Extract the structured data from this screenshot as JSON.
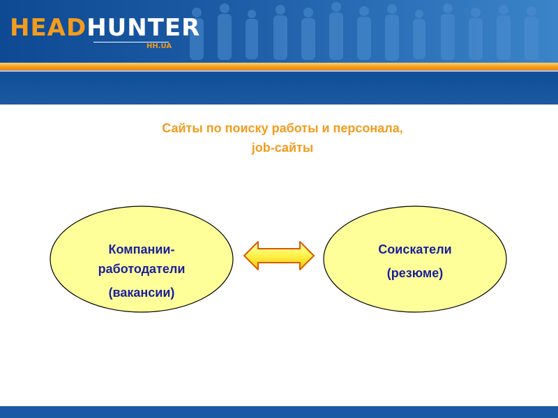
{
  "header": {
    "logo_head": "HEAD",
    "logo_hunter": "HUNTER",
    "logo_sub": "HH.UA"
  },
  "title": {
    "line1": "Сайты по поиску работы и персонала,",
    "line2": "job-сайты"
  },
  "diagram": {
    "left_node": {
      "line1": "Компании-",
      "line2": "работодатели",
      "line3": "(вакансии)"
    },
    "right_node": {
      "line1": "Соискатели",
      "line2": "(резюме)"
    },
    "connector": "double-arrow-icon"
  },
  "colors": {
    "brand_blue": "#1c5799",
    "brand_orange": "#f39c1d",
    "node_fill": "#ffff99",
    "node_text": "#1a1f9b"
  }
}
